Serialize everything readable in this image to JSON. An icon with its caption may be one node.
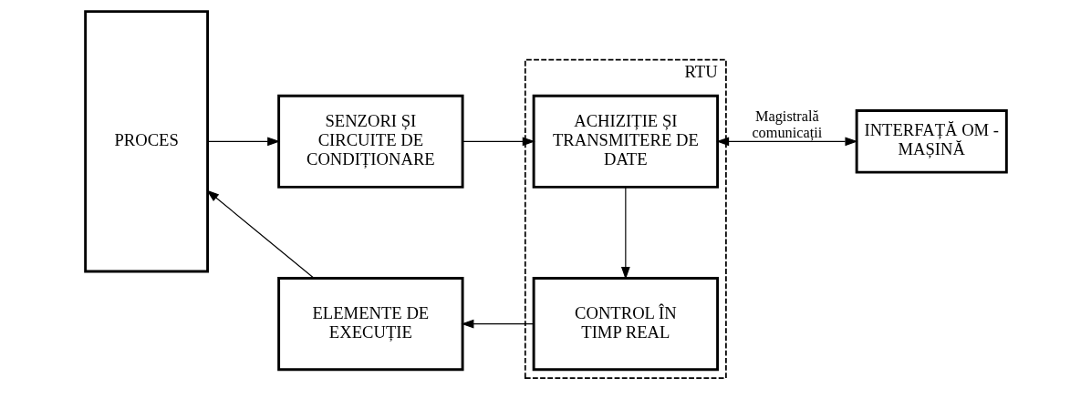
{
  "diagram": {
    "nodes": [
      {
        "text": [
          "PROCES"
        ]
      },
      {
        "text": [
          "SENZORI ȘI CIRCUITE DE CONDIȚIONARE"
        ]
      },
      {
        "text": [
          "RTU"
        ]
      },
      {
        "text": [
          "ACHIZIȚIE ȘI TRANSMITERE DE DATE"
        ],
        "in": 2
      },
      {
        "text": [
          "CONTROL ÎN TIMP REAL"
        ],
        "in": 2
      },
      {
        "text": [
          "ELEMENTE DE EXECUȚIE"
        ]
      },
      {
        "text": [
          "INTERFAȚĂ OM - MAȘINĂ"
        ]
      }
    ],
    "edges": [
      {
        "from": 0,
        "to": 1,
        "arrow": "to"
      },
      {
        "from": 1,
        "to": 3,
        "arrow": "to"
      },
      {
        "from": 3,
        "to": 4,
        "arrow": "to"
      },
      {
        "from": 3,
        "to": 6,
        "arrow": "both",
        "label": "Magistrală comunicații"
      },
      {
        "from": 4,
        "to": 5,
        "arrow": "to"
      },
      {
        "from": 5,
        "to": 0,
        "arrow": "to"
      }
    ]
  }
}
